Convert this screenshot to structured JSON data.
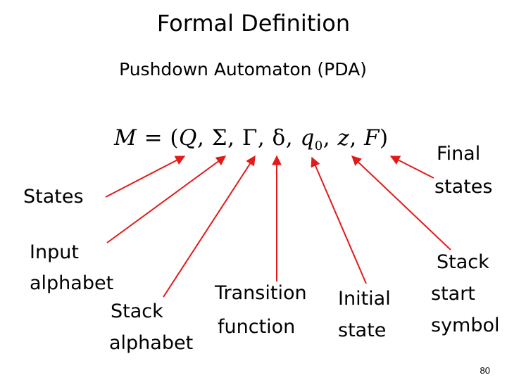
{
  "slide": {
    "title": "Formal Definition",
    "subtitle": "Pushdown Automaton (PDA)",
    "formula": {
      "lhs": "M",
      "equals": " = (",
      "symbols": [
        "Q",
        "Σ",
        "Γ",
        "δ",
        "q",
        "z",
        "F"
      ],
      "q0_subscript": "0",
      "sep": ", ",
      "close": ")"
    },
    "labels": {
      "states": "States",
      "input_alphabet_1": "Input",
      "input_alphabet_2": "alphabet",
      "stack_alphabet_1": "Stack",
      "stack_alphabet_2": "alphabet",
      "transition_function_1": "Transition",
      "transition_function_2": "function",
      "initial_state_1": "Initial",
      "initial_state_2": "state",
      "final_states_1": "Final",
      "final_states_2": "states",
      "stack_start_symbol_1": "Stack",
      "stack_start_symbol_2": "start",
      "stack_start_symbol_3": "symbol"
    },
    "page_number": "80",
    "arrow_color": "#e31a1a"
  }
}
